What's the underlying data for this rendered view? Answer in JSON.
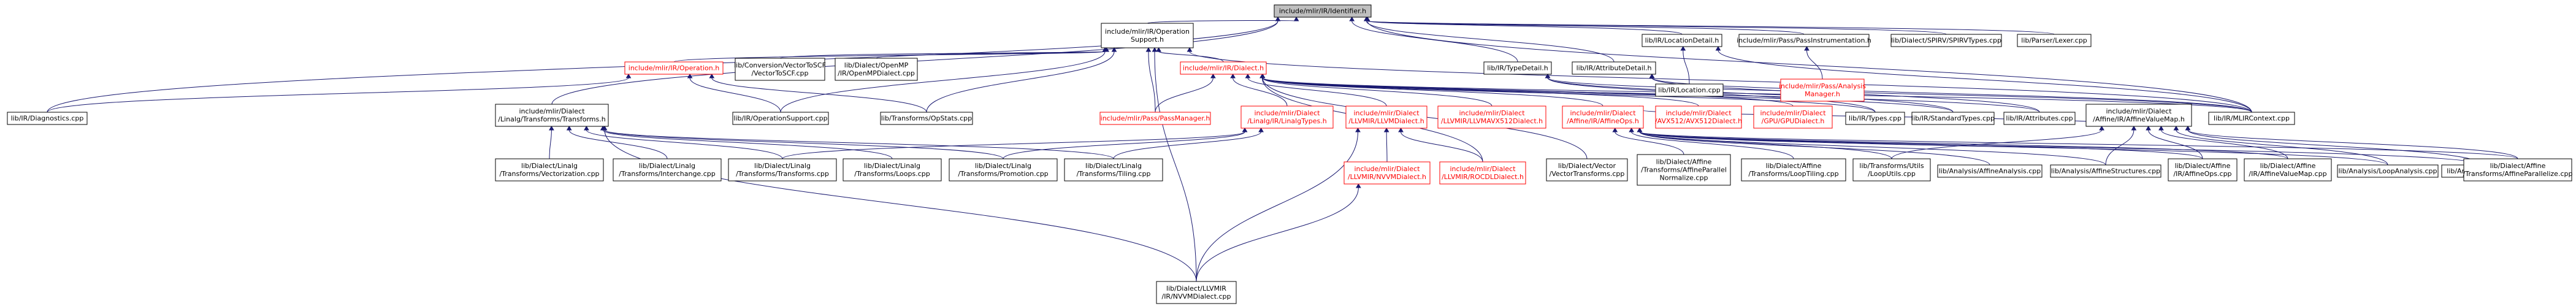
{
  "colors": {
    "edge": "#191970",
    "red_node_border": "#ff0000",
    "root_fill": "#bfbfbf"
  },
  "nodes": [
    {
      "id": "identifier",
      "lines": [
        "include/mlir/IR/Identifier.h"
      ],
      "style": "root"
    },
    {
      "id": "opsupport",
      "lines": [
        "include/mlir/IR/Operation",
        "Support.h"
      ],
      "style": "normal"
    },
    {
      "id": "locdetail",
      "lines": [
        "lib/IR/LocationDetail.h"
      ],
      "style": "normal"
    },
    {
      "id": "passinst",
      "lines": [
        "include/mlir/Pass/PassInstrumentation.h"
      ],
      "style": "normal"
    },
    {
      "id": "spirvtypes",
      "lines": [
        "lib/Dialect/SPIRV/SPIRVTypes.cpp"
      ],
      "style": "normal"
    },
    {
      "id": "parserlexer",
      "lines": [
        "lib/Parser/Lexer.cpp"
      ],
      "style": "normal"
    },
    {
      "id": "operation",
      "lines": [
        "include/mlir/IR/Operation.h"
      ],
      "style": "red"
    },
    {
      "id": "vectortoscf",
      "lines": [
        "lib/Conversion/VectorToSCF",
        "/VectorToSCF.cpp"
      ],
      "style": "normal"
    },
    {
      "id": "openmp",
      "lines": [
        "lib/Dialect/OpenMP",
        "/IR/OpenMPDialect.cpp"
      ],
      "style": "normal"
    },
    {
      "id": "dialect",
      "lines": [
        "include/mlir/IR/Dialect.h"
      ],
      "style": "red"
    },
    {
      "id": "typedetail",
      "lines": [
        "lib/IR/TypeDetail.h"
      ],
      "style": "normal"
    },
    {
      "id": "attrdetail",
      "lines": [
        "lib/IR/AttributeDetail.h"
      ],
      "style": "normal"
    },
    {
      "id": "location",
      "lines": [
        "lib/IR/Location.cpp"
      ],
      "style": "normal"
    },
    {
      "id": "analysismgr",
      "lines": [
        "include/mlir/Pass/Analysis",
        "Manager.h"
      ],
      "style": "red"
    },
    {
      "id": "diagnostics",
      "lines": [
        "lib/IR/Diagnostics.cpp"
      ],
      "style": "normal"
    },
    {
      "id": "linalgtransforms",
      "lines": [
        "include/mlir/Dialect",
        "/Linalg/Transforms/Transforms.h"
      ],
      "style": "normal"
    },
    {
      "id": "opsupportcpp",
      "lines": [
        "lib/IR/OperationSupport.cpp"
      ],
      "style": "normal"
    },
    {
      "id": "opstats",
      "lines": [
        "lib/Transforms/OpStats.cpp"
      ],
      "style": "normal"
    },
    {
      "id": "passmgr",
      "lines": [
        "include/mlir/Pass/PassManager.h"
      ],
      "style": "red"
    },
    {
      "id": "linalgtypes",
      "lines": [
        "include/mlir/Dialect",
        "/Linalg/IR/LinalgTypes.h"
      ],
      "style": "red"
    },
    {
      "id": "llvmdialect",
      "lines": [
        "include/mlir/Dialect",
        "/LLVMIR/LLVMDialect.h"
      ],
      "style": "red"
    },
    {
      "id": "llvmavx512",
      "lines": [
        "include/mlir/Dialect",
        "/LLVMIR/LLVMAVX512Dialect.h"
      ],
      "style": "red"
    },
    {
      "id": "affineops",
      "lines": [
        "include/mlir/Dialect",
        "/Affine/IR/AffineOps.h"
      ],
      "style": "red"
    },
    {
      "id": "avx512",
      "lines": [
        "include/mlir/Dialect",
        "/AVX512/AVX512Dialect.h"
      ],
      "style": "red"
    },
    {
      "id": "gpudialect",
      "lines": [
        "include/mlir/Dialect",
        "/GPU/GPUDialect.h"
      ],
      "style": "red"
    },
    {
      "id": "irtypes",
      "lines": [
        "lib/IR/Types.cpp"
      ],
      "style": "normal"
    },
    {
      "id": "stdtypes",
      "lines": [
        "lib/IR/StandardTypes.cpp"
      ],
      "style": "normal"
    },
    {
      "id": "attributes",
      "lines": [
        "lib/IR/Attributes.cpp"
      ],
      "style": "normal"
    },
    {
      "id": "affinevaluemap",
      "lines": [
        "include/mlir/Dialect",
        "/Affine/IR/AffineValueMap.h"
      ],
      "style": "normal"
    },
    {
      "id": "mlircontext",
      "lines": [
        "lib/IR/MLIRContext.cpp"
      ],
      "style": "normal"
    },
    {
      "id": "vectorization",
      "lines": [
        "lib/Dialect/Linalg",
        "/Transforms/Vectorization.cpp"
      ],
      "style": "normal"
    },
    {
      "id": "interchange",
      "lines": [
        "lib/Dialect/Linalg",
        "/Transforms/Interchange.cpp"
      ],
      "style": "normal"
    },
    {
      "id": "transformscpp",
      "lines": [
        "lib/Dialect/Linalg",
        "/Transforms/Transforms.cpp"
      ],
      "style": "normal"
    },
    {
      "id": "loops",
      "lines": [
        "lib/Dialect/Linalg",
        "/Transforms/Loops.cpp"
      ],
      "style": "normal"
    },
    {
      "id": "promotion",
      "lines": [
        "lib/Dialect/Linalg",
        "/Transforms/Promotion.cpp"
      ],
      "style": "normal"
    },
    {
      "id": "tiling",
      "lines": [
        "lib/Dialect/Linalg",
        "/Transforms/Tiling.cpp"
      ],
      "style": "normal"
    },
    {
      "id": "nvvmdialecth",
      "lines": [
        "include/mlir/Dialect",
        "/LLVMIR/NVVMDialect.h"
      ],
      "style": "red"
    },
    {
      "id": "rocdldialect",
      "lines": [
        "include/mlir/Dialect",
        "/LLVMIR/ROCDLDialect.h"
      ],
      "style": "red"
    },
    {
      "id": "vectortransforms",
      "lines": [
        "lib/Dialect/Vector",
        "/VectorTransforms.cpp"
      ],
      "style": "normal"
    },
    {
      "id": "affineparallelnorm",
      "lines": [
        "lib/Dialect/Affine",
        "/Transforms/AffineParallel",
        "Normalize.cpp"
      ],
      "style": "normal"
    },
    {
      "id": "looptiling",
      "lines": [
        "lib/Dialect/Affine",
        "/Transforms/LoopTiling.cpp"
      ],
      "style": "normal"
    },
    {
      "id": "looputils",
      "lines": [
        "lib/Transforms/Utils",
        "/LoopUtils.cpp"
      ],
      "style": "normal"
    },
    {
      "id": "affineanalysis",
      "lines": [
        "lib/Analysis/AffineAnalysis.cpp"
      ],
      "style": "normal"
    },
    {
      "id": "affinestructures",
      "lines": [
        "lib/Analysis/AffineStructures.cpp"
      ],
      "style": "normal"
    },
    {
      "id": "affineopscpp",
      "lines": [
        "lib/Dialect/Affine",
        "/IR/AffineOps.cpp"
      ],
      "style": "normal"
    },
    {
      "id": "affinevaluemapcpp",
      "lines": [
        "lib/Dialect/Affine",
        "/IR/AffineValueMap.cpp"
      ],
      "style": "normal"
    },
    {
      "id": "loopanalysis",
      "lines": [
        "lib/Analysis/LoopAnalysis.cpp"
      ],
      "style": "normal"
    },
    {
      "id": "analysisutils",
      "lines": [
        "lib/Analysis/Utils.cpp"
      ],
      "style": "normal"
    },
    {
      "id": "affineparallelize",
      "lines": [
        "lib/Dialect/Affine",
        "/Transforms/AffineParallelize.cpp"
      ],
      "style": "normal"
    },
    {
      "id": "nvvmdialectcpp",
      "lines": [
        "lib/Dialect/LLVMIR",
        "/IR/NVVMDialect.cpp"
      ],
      "style": "normal"
    }
  ],
  "edges": [
    [
      "opsupport",
      "identifier"
    ],
    [
      "locdetail",
      "identifier"
    ],
    [
      "passinst",
      "identifier"
    ],
    [
      "spirvtypes",
      "identifier"
    ],
    [
      "parserlexer",
      "identifier"
    ],
    [
      "diagnostics",
      "identifier"
    ],
    [
      "linalgtransforms",
      "identifier"
    ],
    [
      "typedetail",
      "identifier"
    ],
    [
      "attrdetail",
      "identifier"
    ],
    [
      "mlircontext",
      "identifier"
    ],
    [
      "operation",
      "opsupport"
    ],
    [
      "vectortoscf",
      "opsupport"
    ],
    [
      "openmp",
      "opsupport"
    ],
    [
      "dialect",
      "opsupport"
    ],
    [
      "opsupportcpp",
      "opsupport"
    ],
    [
      "opstats",
      "opsupport"
    ],
    [
      "passmgr",
      "opsupport"
    ],
    [
      "nvvmdialectcpp",
      "opsupport"
    ],
    [
      "mlircontext",
      "opsupport"
    ],
    [
      "location",
      "locdetail"
    ],
    [
      "mlircontext",
      "locdetail"
    ],
    [
      "analysismgr",
      "passinst"
    ],
    [
      "diagnostics",
      "operation"
    ],
    [
      "opsupportcpp",
      "operation"
    ],
    [
      "opstats",
      "operation"
    ],
    [
      "passmgr",
      "dialect"
    ],
    [
      "linalgtypes",
      "dialect"
    ],
    [
      "llvmdialect",
      "dialect"
    ],
    [
      "llvmavx512",
      "dialect"
    ],
    [
      "affineops",
      "dialect"
    ],
    [
      "avx512",
      "dialect"
    ],
    [
      "gpudialect",
      "dialect"
    ],
    [
      "irtypes",
      "dialect"
    ],
    [
      "stdtypes",
      "dialect"
    ],
    [
      "attributes",
      "dialect"
    ],
    [
      "mlircontext",
      "dialect"
    ],
    [
      "vectortransforms",
      "dialect"
    ],
    [
      "rocdldialect",
      "dialect"
    ],
    [
      "irtypes",
      "typedetail"
    ],
    [
      "stdtypes",
      "typedetail"
    ],
    [
      "mlircontext",
      "typedetail"
    ],
    [
      "attributes",
      "attrdetail"
    ],
    [
      "mlircontext",
      "attrdetail"
    ],
    [
      "affinevaluemap",
      "affineops"
    ],
    [
      "affineparallelnorm",
      "affineops"
    ],
    [
      "looptiling",
      "affineops"
    ],
    [
      "looputils",
      "affineops"
    ],
    [
      "affineanalysis",
      "affineops"
    ],
    [
      "affinestructures",
      "affineops"
    ],
    [
      "affineopscpp",
      "affineops"
    ],
    [
      "affinevaluemapcpp",
      "affineops"
    ],
    [
      "loopanalysis",
      "affineops"
    ],
    [
      "analysisutils",
      "affineops"
    ],
    [
      "affineparallelize",
      "affineops"
    ],
    [
      "vectorization",
      "linalgtransforms"
    ],
    [
      "interchange",
      "linalgtransforms"
    ],
    [
      "transformscpp",
      "linalgtransforms"
    ],
    [
      "loops",
      "linalgtransforms"
    ],
    [
      "promotion",
      "linalgtransforms"
    ],
    [
      "tiling",
      "linalgtransforms"
    ],
    [
      "nvvmdialectcpp",
      "linalgtransforms"
    ],
    [
      "promotion",
      "linalgtypes"
    ],
    [
      "tiling",
      "linalgtypes"
    ],
    [
      "transformscpp",
      "linalgtypes"
    ],
    [
      "nvvmdialecth",
      "llvmdialect"
    ],
    [
      "rocdldialect",
      "llvmdialect"
    ],
    [
      "nvvmdialectcpp",
      "llvmdialect"
    ],
    [
      "nvvmdialectcpp",
      "nvvmdialecth"
    ],
    [
      "affinestructures",
      "affinevaluemap"
    ],
    [
      "affineopscpp",
      "affinevaluemap"
    ],
    [
      "affinevaluemapcpp",
      "affinevaluemap"
    ],
    [
      "loopanalysis",
      "affinevaluemap"
    ],
    [
      "analysisutils",
      "affinevaluemap"
    ],
    [
      "affineparallelize",
      "affinevaluemap"
    ],
    [
      "looputils",
      "affinevaluemap"
    ]
  ]
}
